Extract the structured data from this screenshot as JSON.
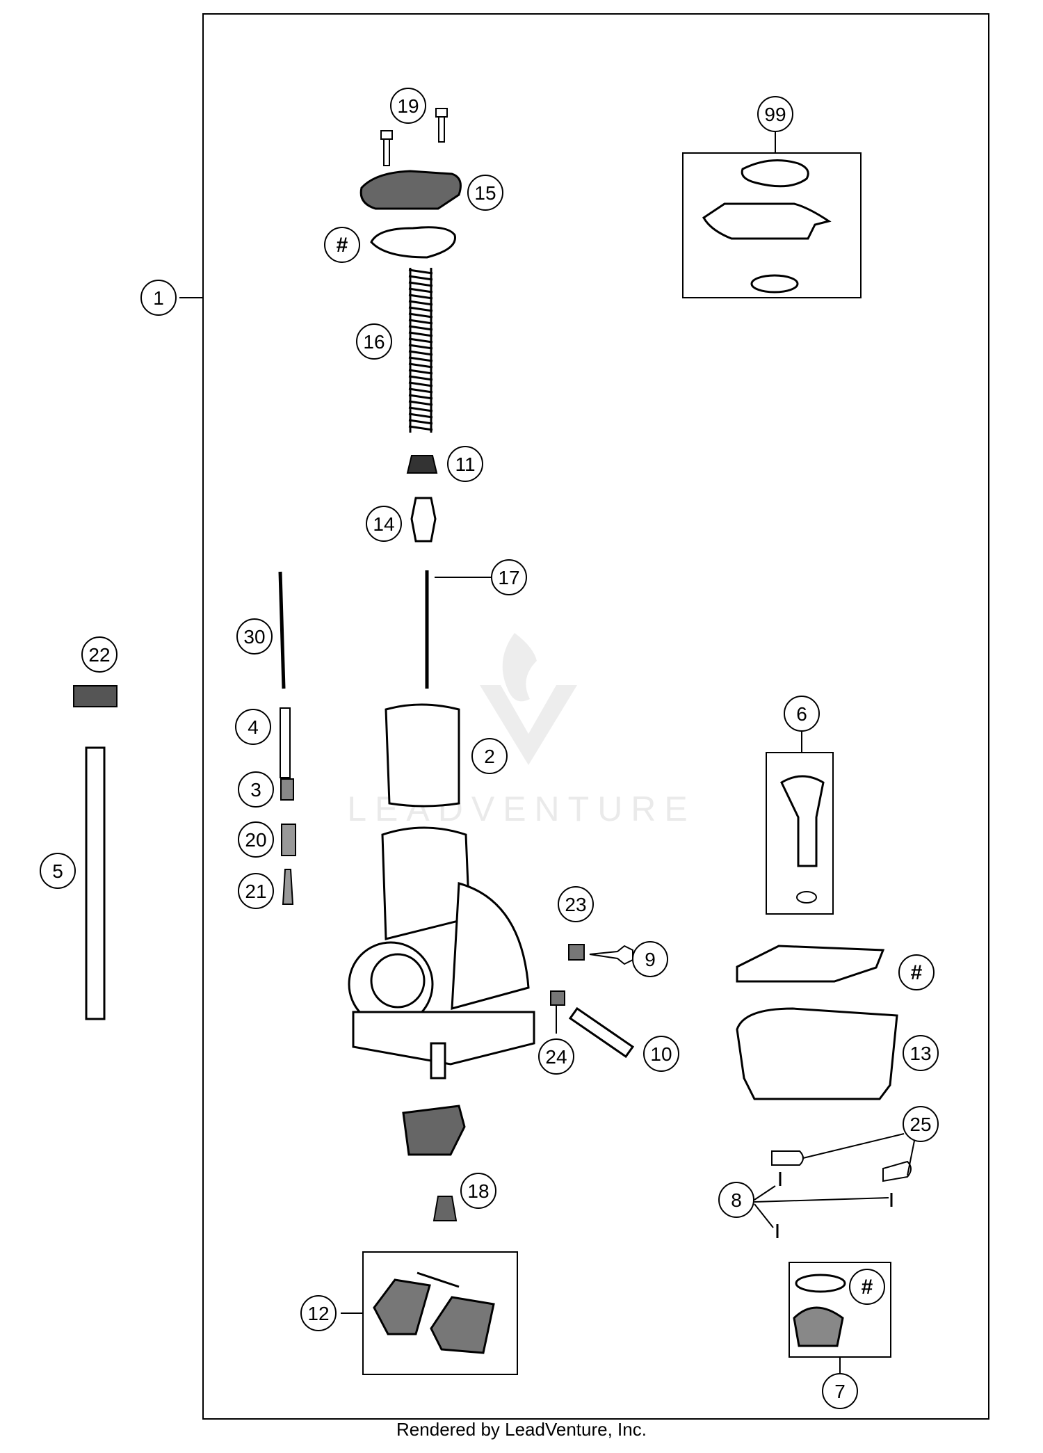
{
  "callouts": {
    "c1": "1",
    "c2": "2",
    "c3": "3",
    "c4": "4",
    "c5": "5",
    "c6": "6",
    "c7": "7",
    "c8": "8",
    "c9": "9",
    "c10": "10",
    "c11": "11",
    "c12": "12",
    "c13": "13",
    "c14": "14",
    "c15": "15",
    "c16": "16",
    "c17": "17",
    "c18": "18",
    "c19": "19",
    "c20": "20",
    "c21": "21",
    "c22": "22",
    "c23": "23",
    "c24": "24",
    "c25": "25",
    "c30": "30",
    "c99": "99",
    "hash": "#"
  },
  "watermark": "LEADVENTURE",
  "footer": "Rendered by LeadVenture, Inc."
}
